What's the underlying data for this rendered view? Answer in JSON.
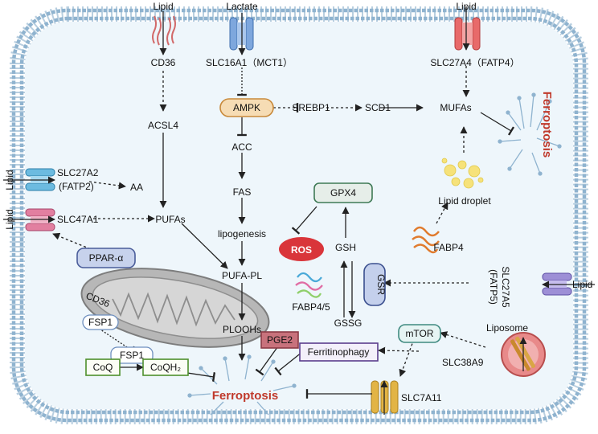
{
  "colors": {
    "membrane_head": "#8fb3cf",
    "cytoplasm": "#eef6fb",
    "ferroptosis_red": "#c0392b",
    "ampk_fill": "#f6dcb4",
    "ampk_stroke": "#c8893a",
    "ros_fill": "#d9353a",
    "purple_box": "#5b3d8c",
    "green_box": "#4e8f2c",
    "gsr_fill": "#c4d0ec",
    "gsr_stroke": "#3a4f8e",
    "pparalpha_fill": "#c7d2ec",
    "slc16a1_channel": "#7ea7dd",
    "slc27a4_channel": "#e86a6a",
    "slc27a2_channel": "#6cbbe0",
    "slc47a1_channel": "#e27fa0",
    "slc27a5_channel": "#9d8fd6",
    "slc7a11_channel": "#e2b445",
    "lipid_droplet": "#f6e27a",
    "mitochondrion": "#a9a9a9",
    "liposome": "#e88a8a"
  },
  "icons": [
    "cd36-membrane-receptor-icon",
    "slc16a1-channel-icon",
    "slc27a4-channel-icon",
    "slc27a2-channel-icon",
    "slc47a1-channel-icon",
    "slc27a5-channel-icon",
    "slc7a11-channel-icon",
    "mitochondrion-icon",
    "lipid-droplet-icon",
    "liposome-icon",
    "fabp4-protein-icon",
    "fabp45-protein-icon"
  ],
  "labels": {
    "lipid_top_left": "Lipid",
    "lactate": "Lactate",
    "lipid_top_right": "Lipid",
    "cd36": "CD36",
    "slc16a1": "SLC16A1（MCT1）",
    "slc27a4": "SLC27A4（FATP4）",
    "ampk": "AMPK",
    "srebp1": "SREBP1",
    "scd1": "SCD1",
    "mufas": "MUFAs",
    "ferroptosis_right": "Ferroptosis",
    "acsl4": "ACSL4",
    "acc": "ACC",
    "fas": "FAS",
    "lipogenesis": "lipogenesis",
    "gpx4": "GPX4",
    "lipid_droplet": "Lipid droplet",
    "lipid_left_1": "Lipid",
    "slc27a2_line1": "SLC27A2",
    "slc27a2_line2": "(FATP2)",
    "aa": "AA",
    "lipid_left_2": "Lipid",
    "slc47a1": "SLC47A1",
    "pufas": "PUFAs",
    "ros": "ROS",
    "gsh": "GSH",
    "fabp4": "FABP4",
    "pparalpha": "PPAR-α",
    "cd36_mito": "CD36",
    "pufa_pl": "PUFA-PL",
    "fabp45": "FABP4/5",
    "gsr": "GSR",
    "slc27a5_line1": "SLC27A5",
    "slc27a5_line2": "(FATP5)",
    "lipid_right": "Lipid",
    "fsp1_mito": "FSP1",
    "plloohs": "PLOOHs",
    "gssg": "GSSG",
    "mtor": "mTOR",
    "liposome": "Liposome",
    "pge2": "PGE2",
    "ferritinophagy": "Ferritinophagy",
    "fsp1": "FSP1",
    "coq": "CoQ",
    "coqh2": "CoQH₂",
    "slc38a9": "SLC38A9",
    "ferroptosis_bottom": "Ferroptosis",
    "slc7a11": "SLC7A11"
  }
}
